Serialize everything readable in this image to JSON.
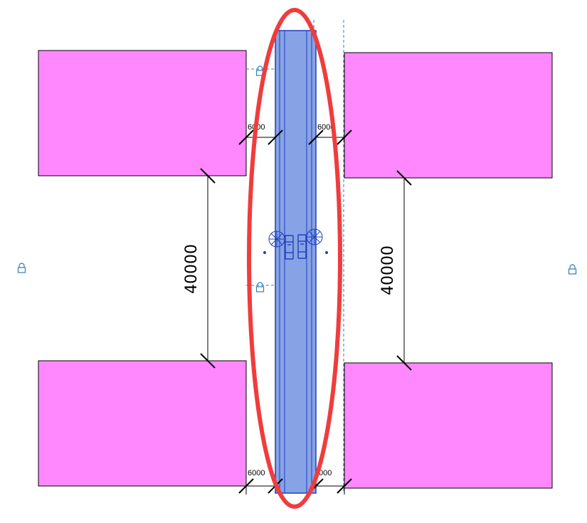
{
  "dimensions": {
    "left_vertical": "40000",
    "right_vertical": "40000",
    "top_left_gap": "6000",
    "top_right_gap": "6000",
    "bottom_left_gap": "6000",
    "bottom_right_gap": "000"
  },
  "colors": {
    "building": "#ff88ff",
    "road": "#87a3e5",
    "road_lines": "#1f3fc0",
    "highlight": "#f03c3c",
    "lock": "#2e7fbf",
    "dim_line": "#000000"
  },
  "icons": [
    "lock-icon",
    "tree-icon",
    "car-icon"
  ]
}
